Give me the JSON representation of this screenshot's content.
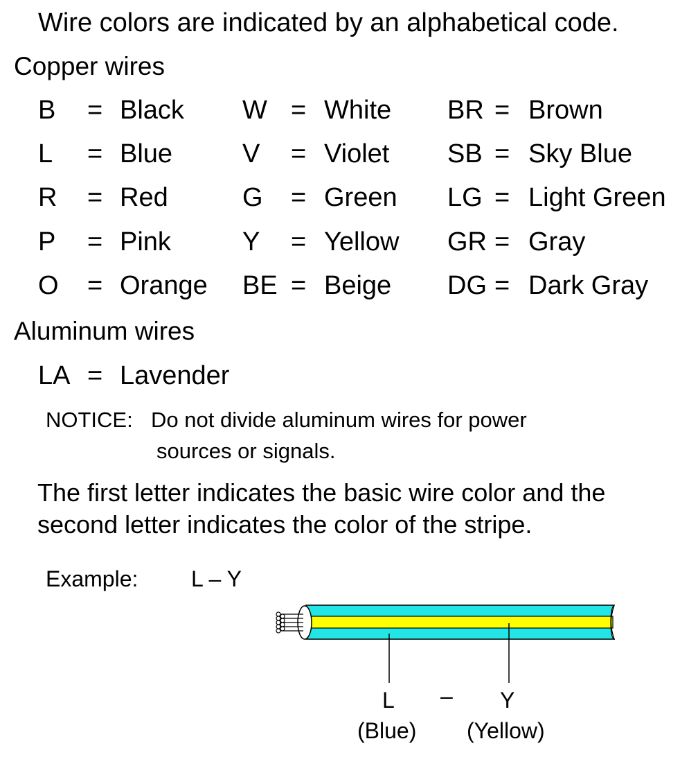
{
  "intro": "Wire colors are indicated by an alphabetical code.",
  "copper": {
    "heading": "Copper wires",
    "rows": [
      [
        {
          "code": "B",
          "eq": "=",
          "name": "Black"
        },
        {
          "code": "W",
          "eq": "=",
          "name": "White"
        },
        {
          "code": "BR",
          "eq": "=",
          "name": "Brown"
        }
      ],
      [
        {
          "code": "L",
          "eq": "=",
          "name": "Blue"
        },
        {
          "code": "V",
          "eq": "=",
          "name": "Violet"
        },
        {
          "code": "SB",
          "eq": "=",
          "name": "Sky Blue"
        }
      ],
      [
        {
          "code": "R",
          "eq": "=",
          "name": "Red"
        },
        {
          "code": "G",
          "eq": "=",
          "name": "Green"
        },
        {
          "code": "LG",
          "eq": "=",
          "name": "Light Green"
        }
      ],
      [
        {
          "code": "P",
          "eq": "=",
          "name": "Pink"
        },
        {
          "code": "Y",
          "eq": "=",
          "name": "Yellow"
        },
        {
          "code": "GR",
          "eq": "=",
          "name": "Gray"
        }
      ],
      [
        {
          "code": "O",
          "eq": "=",
          "name": "Orange"
        },
        {
          "code": "BE",
          "eq": "=",
          "name": "Beige"
        },
        {
          "code": "DG",
          "eq": "=",
          "name": "Dark Gray"
        }
      ]
    ]
  },
  "aluminum": {
    "heading": "Aluminum wires",
    "code": "LA",
    "eq": "=",
    "name": "Lavender",
    "notice_label": "NOTICE:",
    "notice_line1": "Do not divide aluminum wires for power",
    "notice_line2": "sources or signals."
  },
  "explanation": {
    "line1": "The first letter indicates the basic wire color and the",
    "line2": "second letter indicates the color of the stripe."
  },
  "example": {
    "label": "Example:",
    "code": "L – Y",
    "base_letter": "L",
    "dash": "–",
    "stripe_letter": "Y",
    "base_name": "(Blue)",
    "stripe_name": "(Yellow)",
    "colors": {
      "base": "#22e6e6",
      "stripe": "#ffff00",
      "outline": "#000000"
    }
  }
}
